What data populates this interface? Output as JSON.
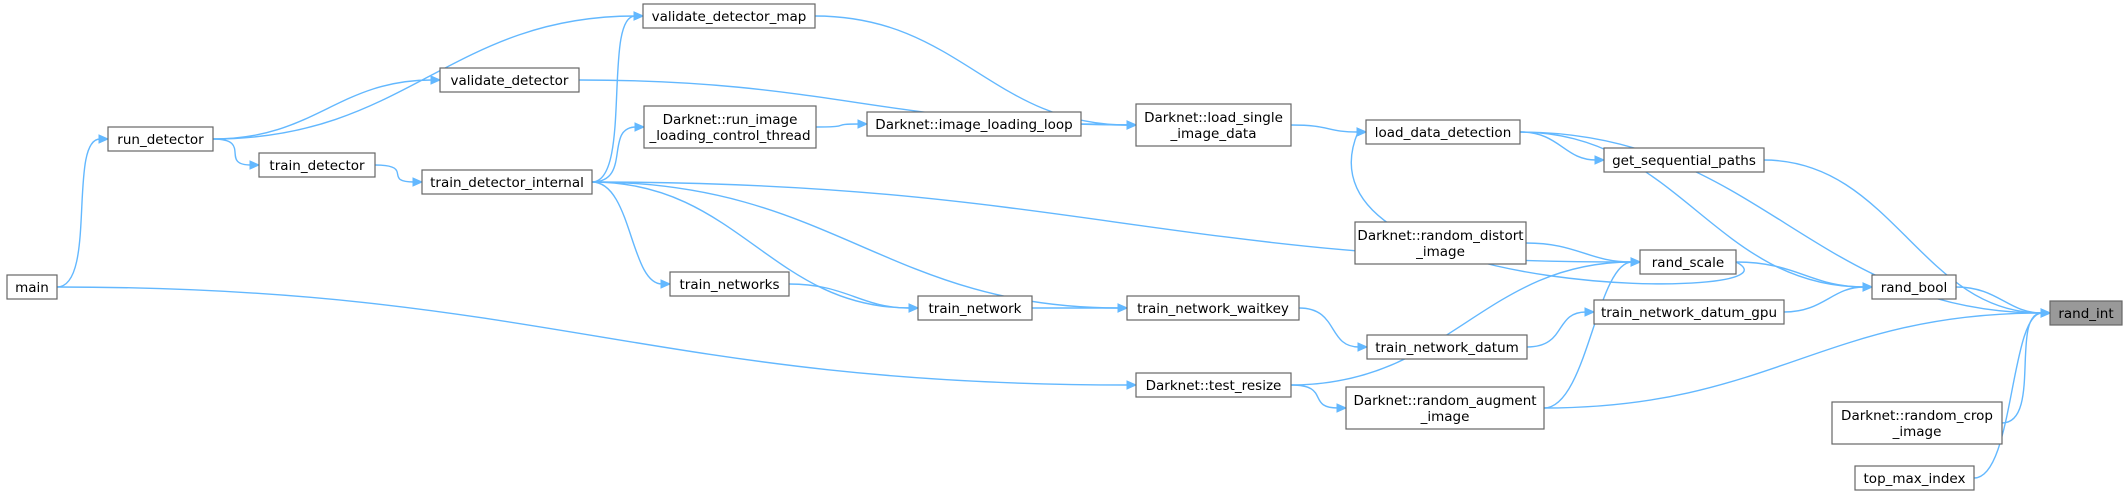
{
  "graph": {
    "colors": {
      "edge": "#63b8ff",
      "node_border": "#666666",
      "node_fill": "#ffffff",
      "current_fill": "#999999"
    },
    "nodes": [
      {
        "id": "main",
        "lines": [
          "main"
        ]
      },
      {
        "id": "run_detector",
        "lines": [
          "run_detector"
        ]
      },
      {
        "id": "validate_detector_map",
        "lines": [
          "validate_detector_map"
        ]
      },
      {
        "id": "validate_detector",
        "lines": [
          "validate_detector"
        ]
      },
      {
        "id": "train_detector",
        "lines": [
          "train_detector"
        ]
      },
      {
        "id": "train_detector_internal",
        "lines": [
          "train_detector_internal"
        ]
      },
      {
        "id": "run_image_loading_control_thread",
        "lines": [
          "Darknet::run_image",
          "_loading_control_thread"
        ]
      },
      {
        "id": "image_loading_loop",
        "lines": [
          "Darknet::image_loading_loop"
        ]
      },
      {
        "id": "load_single_image_data",
        "lines": [
          "Darknet::load_single",
          "_image_data"
        ]
      },
      {
        "id": "load_data_detection",
        "lines": [
          "load_data_detection"
        ]
      },
      {
        "id": "get_sequential_paths",
        "lines": [
          "get_sequential_paths"
        ]
      },
      {
        "id": "train_networks",
        "lines": [
          "train_networks"
        ]
      },
      {
        "id": "train_network",
        "lines": [
          "train_network"
        ]
      },
      {
        "id": "train_network_waitkey",
        "lines": [
          "train_network_waitkey"
        ]
      },
      {
        "id": "random_distort_image",
        "lines": [
          "Darknet::random_distort",
          "_image"
        ]
      },
      {
        "id": "rand_scale",
        "lines": [
          "rand_scale"
        ]
      },
      {
        "id": "rand_bool",
        "lines": [
          "rand_bool"
        ]
      },
      {
        "id": "train_network_datum_gpu",
        "lines": [
          "train_network_datum_gpu"
        ]
      },
      {
        "id": "train_network_datum",
        "lines": [
          "train_network_datum"
        ]
      },
      {
        "id": "test_resize",
        "lines": [
          "Darknet::test_resize"
        ]
      },
      {
        "id": "random_augment_image",
        "lines": [
          "Darknet::random_augment",
          "_image"
        ]
      },
      {
        "id": "rand_int",
        "lines": [
          "rand_int"
        ],
        "current": true
      },
      {
        "id": "random_crop_image",
        "lines": [
          "Darknet::random_crop",
          "_image"
        ]
      },
      {
        "id": "top_max_index",
        "lines": [
          "top_max_index"
        ]
      }
    ],
    "edges": [
      [
        "main",
        "run_detector"
      ],
      [
        "main",
        "test_resize"
      ],
      [
        "run_detector",
        "validate_detector_map"
      ],
      [
        "run_detector",
        "validate_detector"
      ],
      [
        "run_detector",
        "train_detector"
      ],
      [
        "train_detector",
        "train_detector_internal"
      ],
      [
        "validate_detector_map",
        "load_single_image_data"
      ],
      [
        "validate_detector",
        "load_single_image_data"
      ],
      [
        "train_detector_internal",
        "validate_detector_map"
      ],
      [
        "train_detector_internal",
        "run_image_loading_control_thread"
      ],
      [
        "train_detector_internal",
        "train_networks"
      ],
      [
        "train_detector_internal",
        "train_network"
      ],
      [
        "train_detector_internal",
        "train_network_waitkey"
      ],
      [
        "train_detector_internal",
        "rand_scale"
      ],
      [
        "run_image_loading_control_thread",
        "image_loading_loop"
      ],
      [
        "image_loading_loop",
        "load_single_image_data"
      ],
      [
        "load_single_image_data",
        "load_data_detection"
      ],
      [
        "train_networks",
        "train_network"
      ],
      [
        "train_network",
        "train_network_waitkey"
      ],
      [
        "train_network_waitkey",
        "train_network_datum"
      ],
      [
        "train_network_datum",
        "train_network_datum_gpu"
      ],
      [
        "test_resize",
        "random_augment_image"
      ],
      [
        "test_resize",
        "rand_scale"
      ],
      [
        "random_augment_image",
        "rand_scale"
      ],
      [
        "random_augment_image",
        "rand_int"
      ],
      [
        "random_distort_image",
        "rand_scale"
      ],
      [
        "train_network_datum_gpu",
        "rand_bool"
      ],
      [
        "rand_scale",
        "load_data_detection"
      ],
      [
        "rand_scale",
        "rand_bool"
      ],
      [
        "load_data_detection",
        "get_sequential_paths"
      ],
      [
        "load_data_detection",
        "rand_bool"
      ],
      [
        "load_data_detection",
        "rand_int"
      ],
      [
        "get_sequential_paths",
        "rand_int"
      ],
      [
        "rand_bool",
        "rand_int"
      ],
      [
        "random_crop_image",
        "rand_int"
      ],
      [
        "top_max_index",
        "rand_int"
      ]
    ]
  }
}
